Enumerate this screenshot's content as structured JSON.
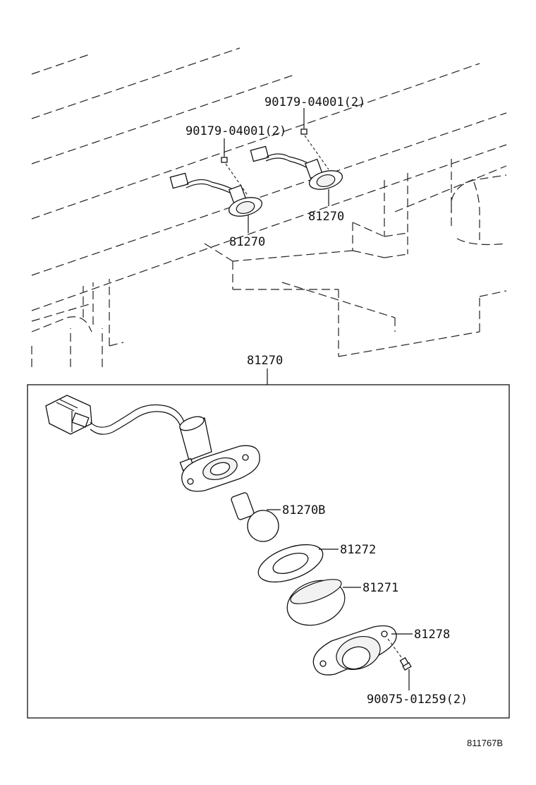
{
  "labels": {
    "bolt_right": "90179-04001(2)",
    "bolt_left": "90179-04001(2)",
    "lamp_left": "81270",
    "lamp_right": "81270",
    "assembly": "81270",
    "bulb": "81270B",
    "gasket": "81272",
    "lens": "81271",
    "housing": "81278",
    "screw": "90075-01259(2)",
    "figure_code": "811767B"
  }
}
